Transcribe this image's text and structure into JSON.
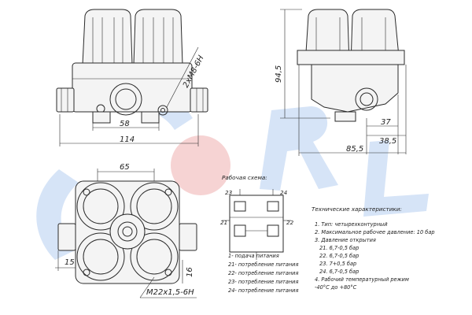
{
  "watermark": {
    "text": "SORL"
  },
  "dimensions": {
    "thread_holes": "2xM8-6H",
    "width_58": "58",
    "width_114": "114",
    "height_94_5": "94,5",
    "depth_37": "37",
    "depth_38_5": "38,5",
    "depth_85_5": "85,5",
    "width_65": "65",
    "offset_15": "15",
    "offset_16": "16",
    "port_thread": "M22x1,5-6H"
  },
  "scheme": {
    "title": "Рабочая схема:",
    "ports": {
      "p21": "21",
      "p22": "22",
      "p23": "23",
      "p24": "24"
    },
    "legend": [
      "1- подача питания",
      "21- потребление питания",
      "22- потребление питания",
      "23- потребление питания",
      "24- потребление питания"
    ]
  },
  "specs": {
    "title": "Технические характеристики:",
    "lines": [
      "1. Тип: четырехконтурный",
      "2. Максимальное рабочее давление: 10 бар",
      "3. Давление открытия",
      "21. 6,7-0,5 бар",
      "22. 6,7-0,5 бар",
      "23. 7+0,5 бар",
      "24. 6,7-0,5 бар",
      "4. Рабочий температурный режим",
      "-40°С до +80°С"
    ]
  }
}
